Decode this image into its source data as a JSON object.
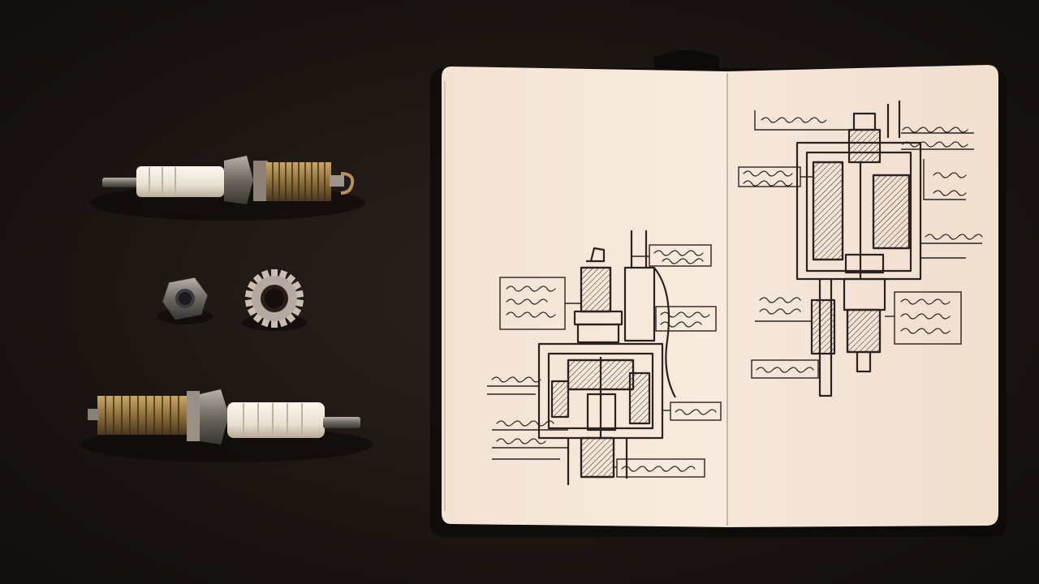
{
  "scene": {
    "background_color": "#1b1512",
    "objects": [
      {
        "name": "spark-plug",
        "count": 2
      },
      {
        "name": "hex-nut",
        "count": 1
      },
      {
        "name": "gear",
        "count": 1
      },
      {
        "name": "open-notebook",
        "count": 1
      }
    ],
    "notebook": {
      "paper_color": "#f4e6da",
      "ink_color": "#2b2220",
      "left_page_annotation_count": 7,
      "right_page_annotation_count": 8
    }
  }
}
